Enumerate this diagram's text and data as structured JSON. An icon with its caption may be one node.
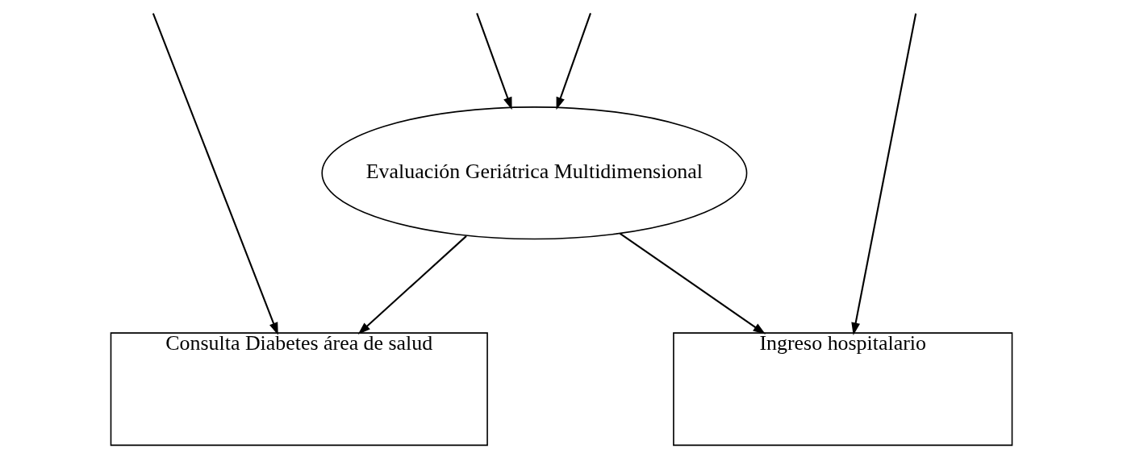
{
  "diagram": {
    "nodes": [
      {
        "text": [
          "Evaluación Geriátrica Multidimensional"
        ]
      },
      {
        "text": [
          "Consulta Diabetes área de salud"
        ]
      },
      {
        "text": [
          "Ingreso hospitalario"
        ]
      }
    ],
    "edges": [
      {
        "from": null,
        "to": 1,
        "arrow": "to"
      },
      {
        "from": null,
        "to": 0,
        "arrow": "to"
      },
      {
        "from": null,
        "to": 0,
        "arrow": "to"
      },
      {
        "from": null,
        "to": 2,
        "arrow": "to"
      },
      {
        "from": 0,
        "to": 1,
        "arrow": "to"
      },
      {
        "from": 0,
        "to": 2,
        "arrow": "to"
      }
    ]
  }
}
